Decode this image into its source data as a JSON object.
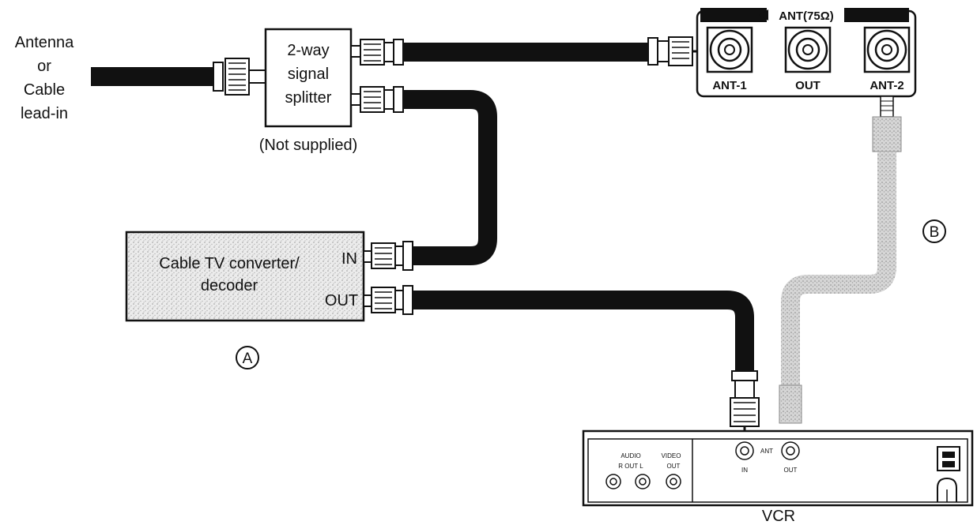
{
  "source": {
    "line1": "Antenna",
    "line2": "or",
    "line3": "Cable",
    "line4": "lead-in"
  },
  "splitter": {
    "line1": "2-way",
    "line2": "signal",
    "line3": "splitter",
    "note": "(Not supplied)"
  },
  "tv_panel": {
    "title": "ANT(75Ω)",
    "ant1": "ANT-1",
    "out": "OUT",
    "ant2": "ANT-2"
  },
  "converter": {
    "line1": "Cable TV converter/",
    "line2": "decoder",
    "in": "IN",
    "out": "OUT"
  },
  "markers": {
    "a": "A",
    "b": "B"
  },
  "vcr": {
    "label": "VCR",
    "audio": "AUDIO",
    "audio_sub": "R OUT L",
    "video": "VIDEO",
    "video_sub": "OUT",
    "ant": "ANT",
    "ant_in": "IN",
    "ant_out": "OUT"
  },
  "colors": {
    "cable": "#111111",
    "cable_light": "#c8c8c8",
    "stipple": "#bdbdbd"
  }
}
